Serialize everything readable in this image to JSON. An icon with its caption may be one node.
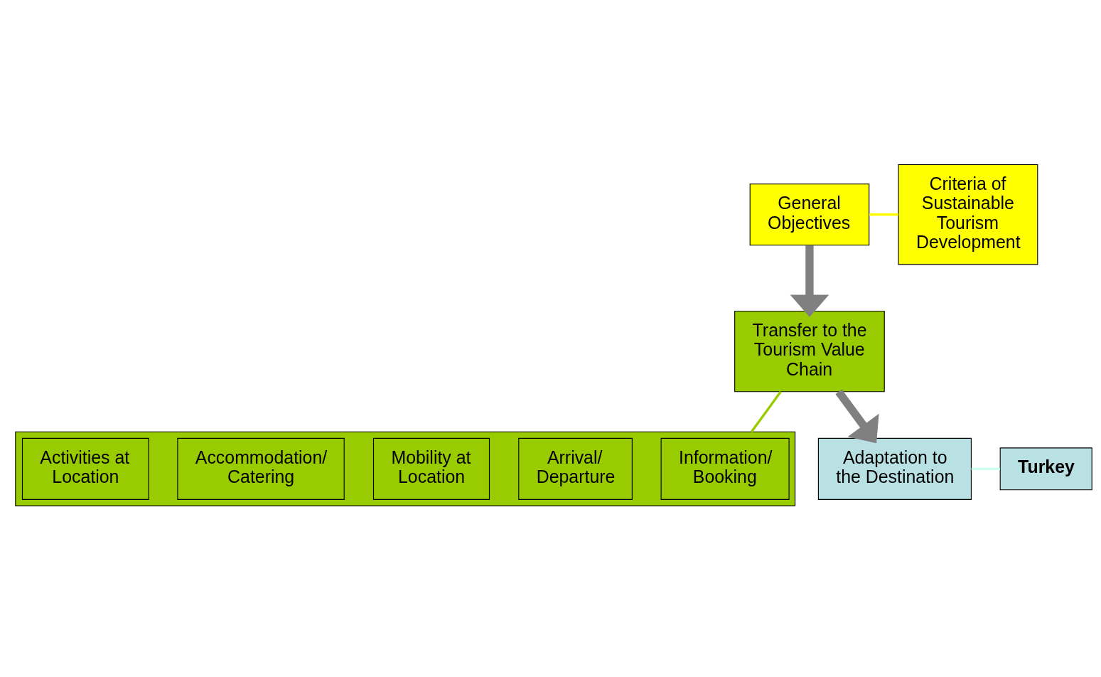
{
  "diagram": {
    "nodes": [
      {
        "text": [
          "General Objectives"
        ]
      },
      {
        "text": [
          "Criteria of Sustainable Tourism Development"
        ]
      },
      {
        "text": [
          "Transfer to the Tourism Value Chain"
        ]
      },
      {
        "text": [],
        "shape": "box"
      },
      {
        "text": [
          "Information/ Booking"
        ],
        "in": 3
      },
      {
        "text": [
          "Arrival/ Departure"
        ],
        "in": 3
      },
      {
        "text": [
          "Mobility at Location"
        ],
        "in": 3
      },
      {
        "text": [
          "Accommodation/ Catering"
        ],
        "in": 3
      },
      {
        "text": [
          "Activities at Location"
        ],
        "in": 3
      },
      {
        "text": [
          "Adaptation to the Destination"
        ]
      },
      {
        "text": [
          "Turkey"
        ]
      }
    ],
    "edges": [
      {
        "from": 0,
        "to": 1,
        "arrow": "none",
        "color": "#ffff00"
      },
      {
        "from": 0,
        "to": 2,
        "arrow": "to",
        "style": "thick",
        "color": "#808080"
      },
      {
        "from": 2,
        "to": 3,
        "arrow": "none",
        "color": "#99cc00"
      },
      {
        "from": 2,
        "to": 9,
        "arrow": "to",
        "style": "thick",
        "color": "#808080"
      },
      {
        "from": 9,
        "to": 10,
        "arrow": "none",
        "color": "#ccffee"
      }
    ]
  }
}
